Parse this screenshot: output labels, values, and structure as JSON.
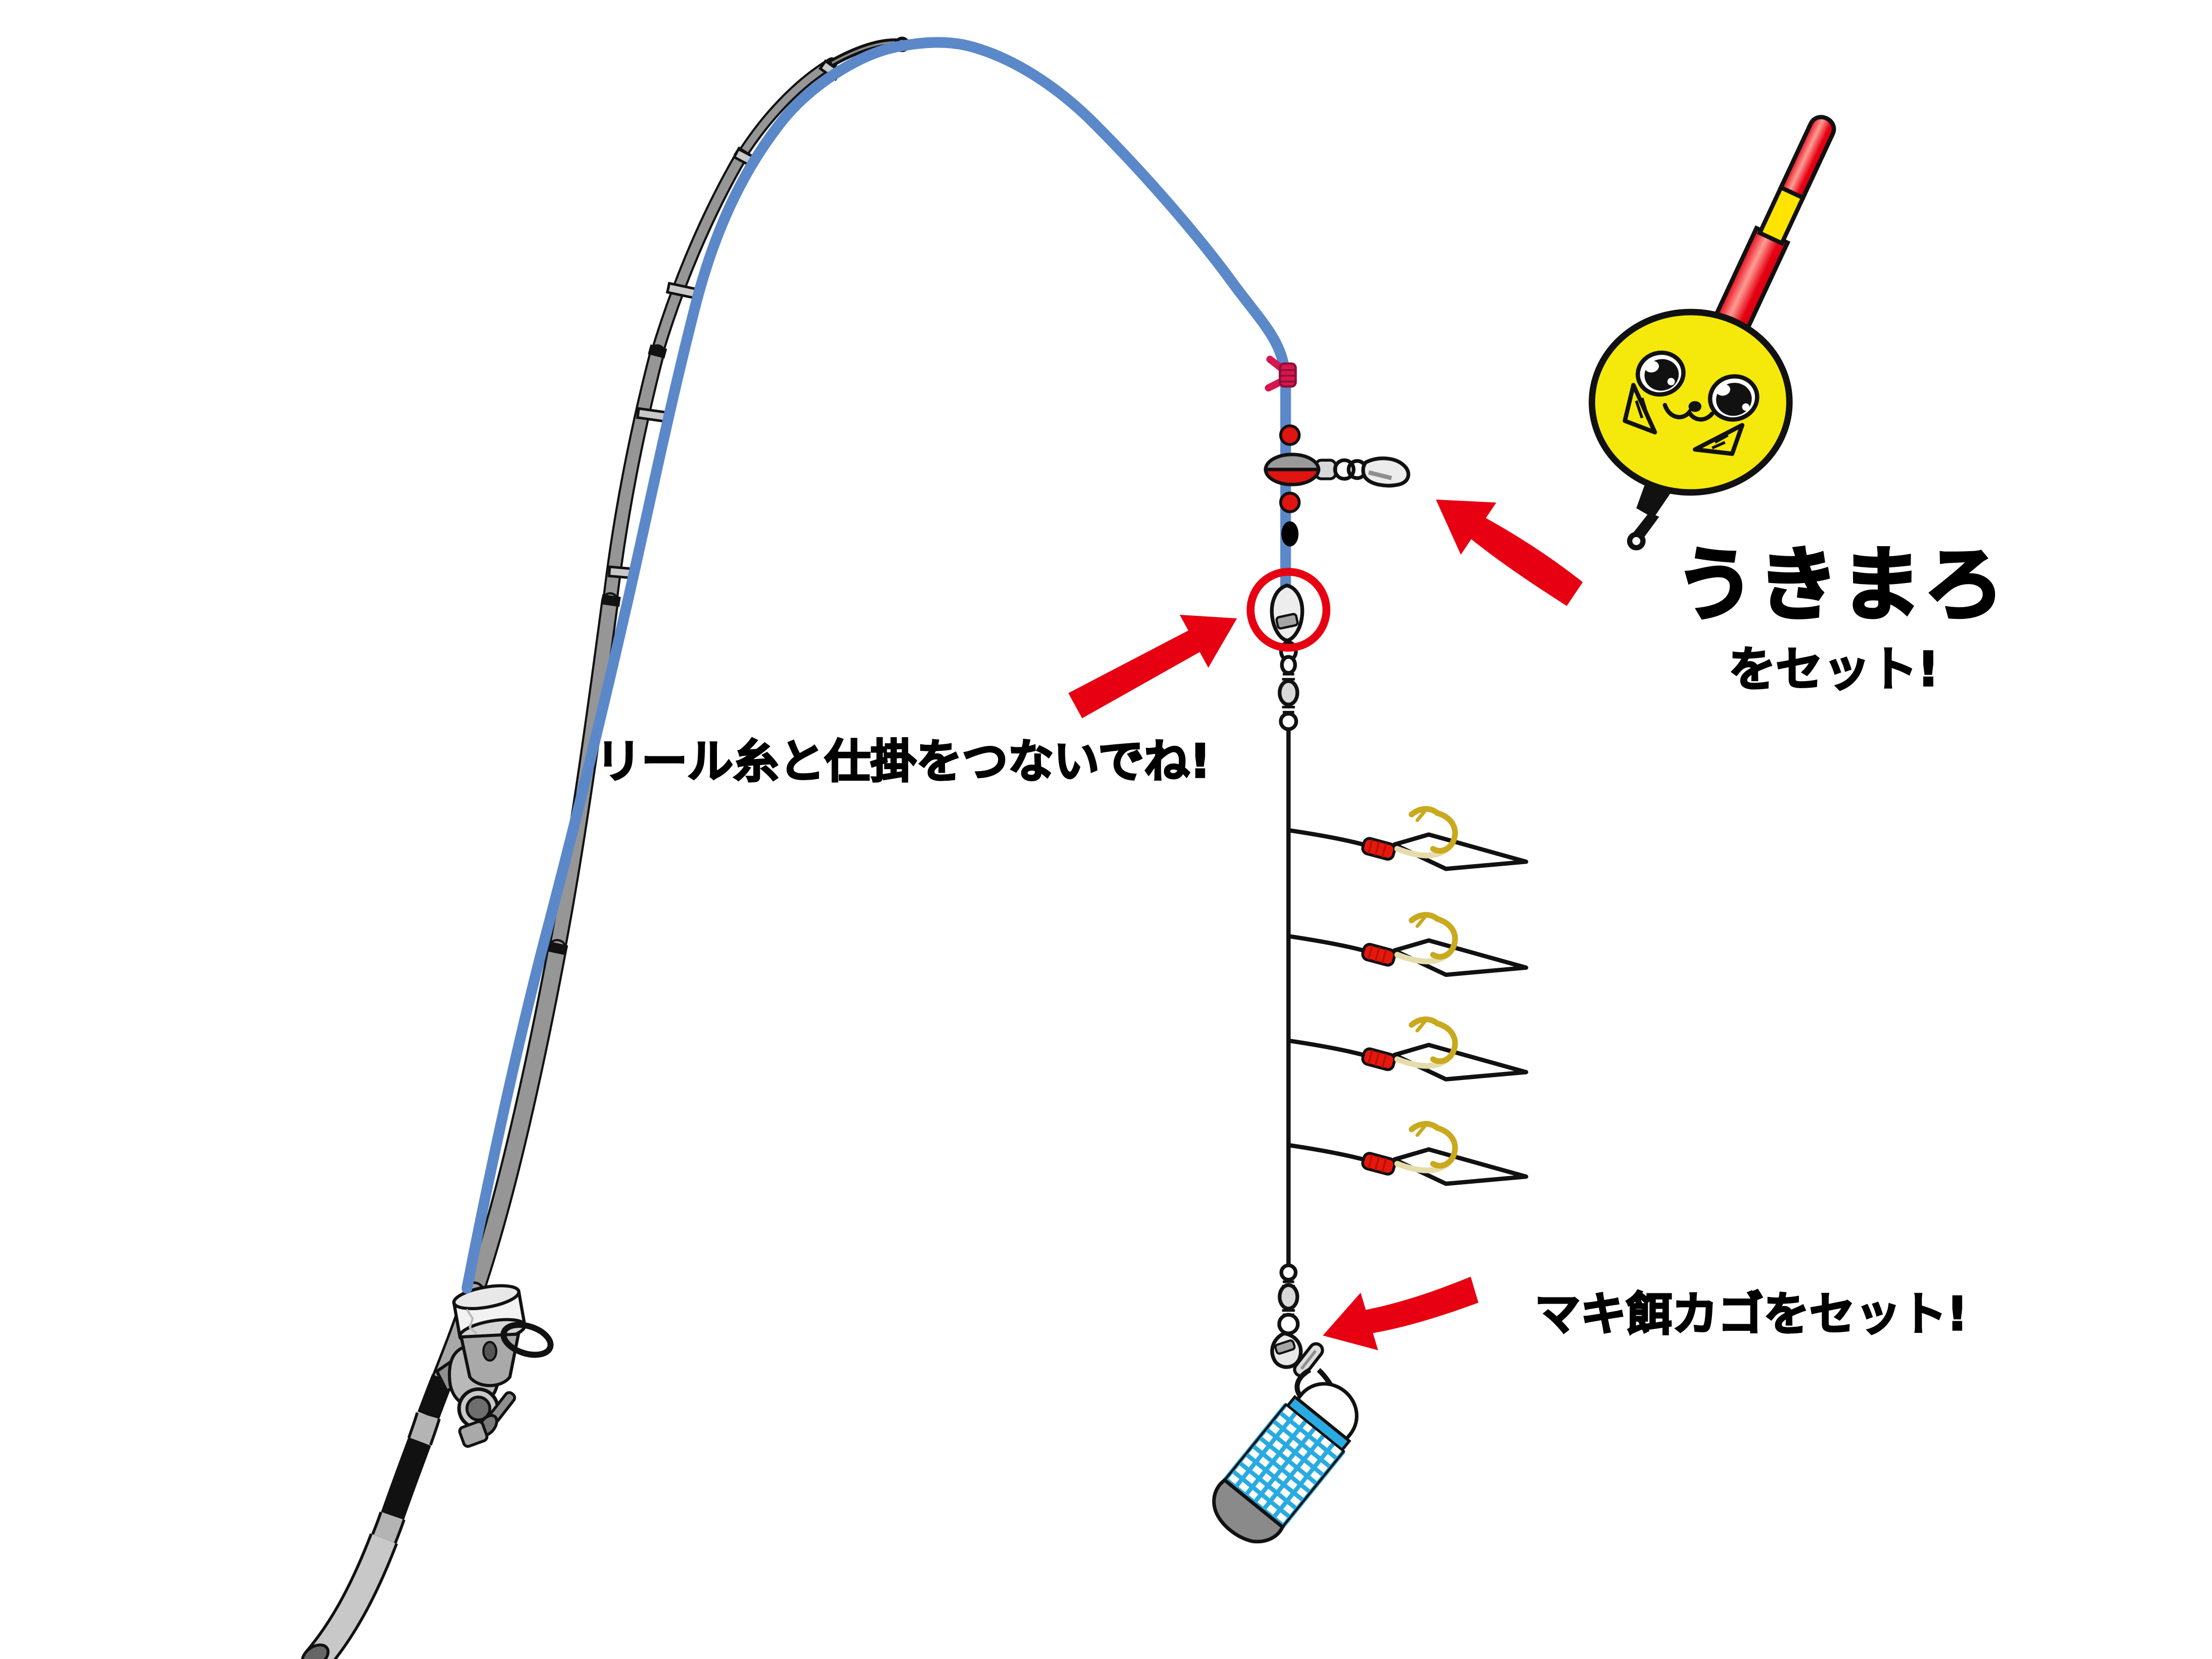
{
  "texts": {
    "float_name": "うきまろ",
    "float_action": "をセット!",
    "connect_instruction": "リール糸と仕掛をつないでね!",
    "cage_instruction": "マキ餌カゴをセット!"
  },
  "colors": {
    "line_blue": "#5b88c9",
    "rig_line_black": "#111111",
    "arrow_red": "#e60012",
    "highlight_ring_red": "#e60012",
    "float_yellow": "#f5e80b",
    "stick_red": "#e60012",
    "stick_band_yellow": "#ffe400",
    "cage_mesh_blue": "#29abe2",
    "cage_cap_gray": "#8a8a8a",
    "hook_gold": "#c9a91e",
    "hook_gold_pale": "#e6dcab",
    "stopper_pink": "#d5164f",
    "bead_red": "#e01410",
    "rod_gray": "#969696"
  },
  "counts": {
    "hooks": 4,
    "arrows": 3
  }
}
